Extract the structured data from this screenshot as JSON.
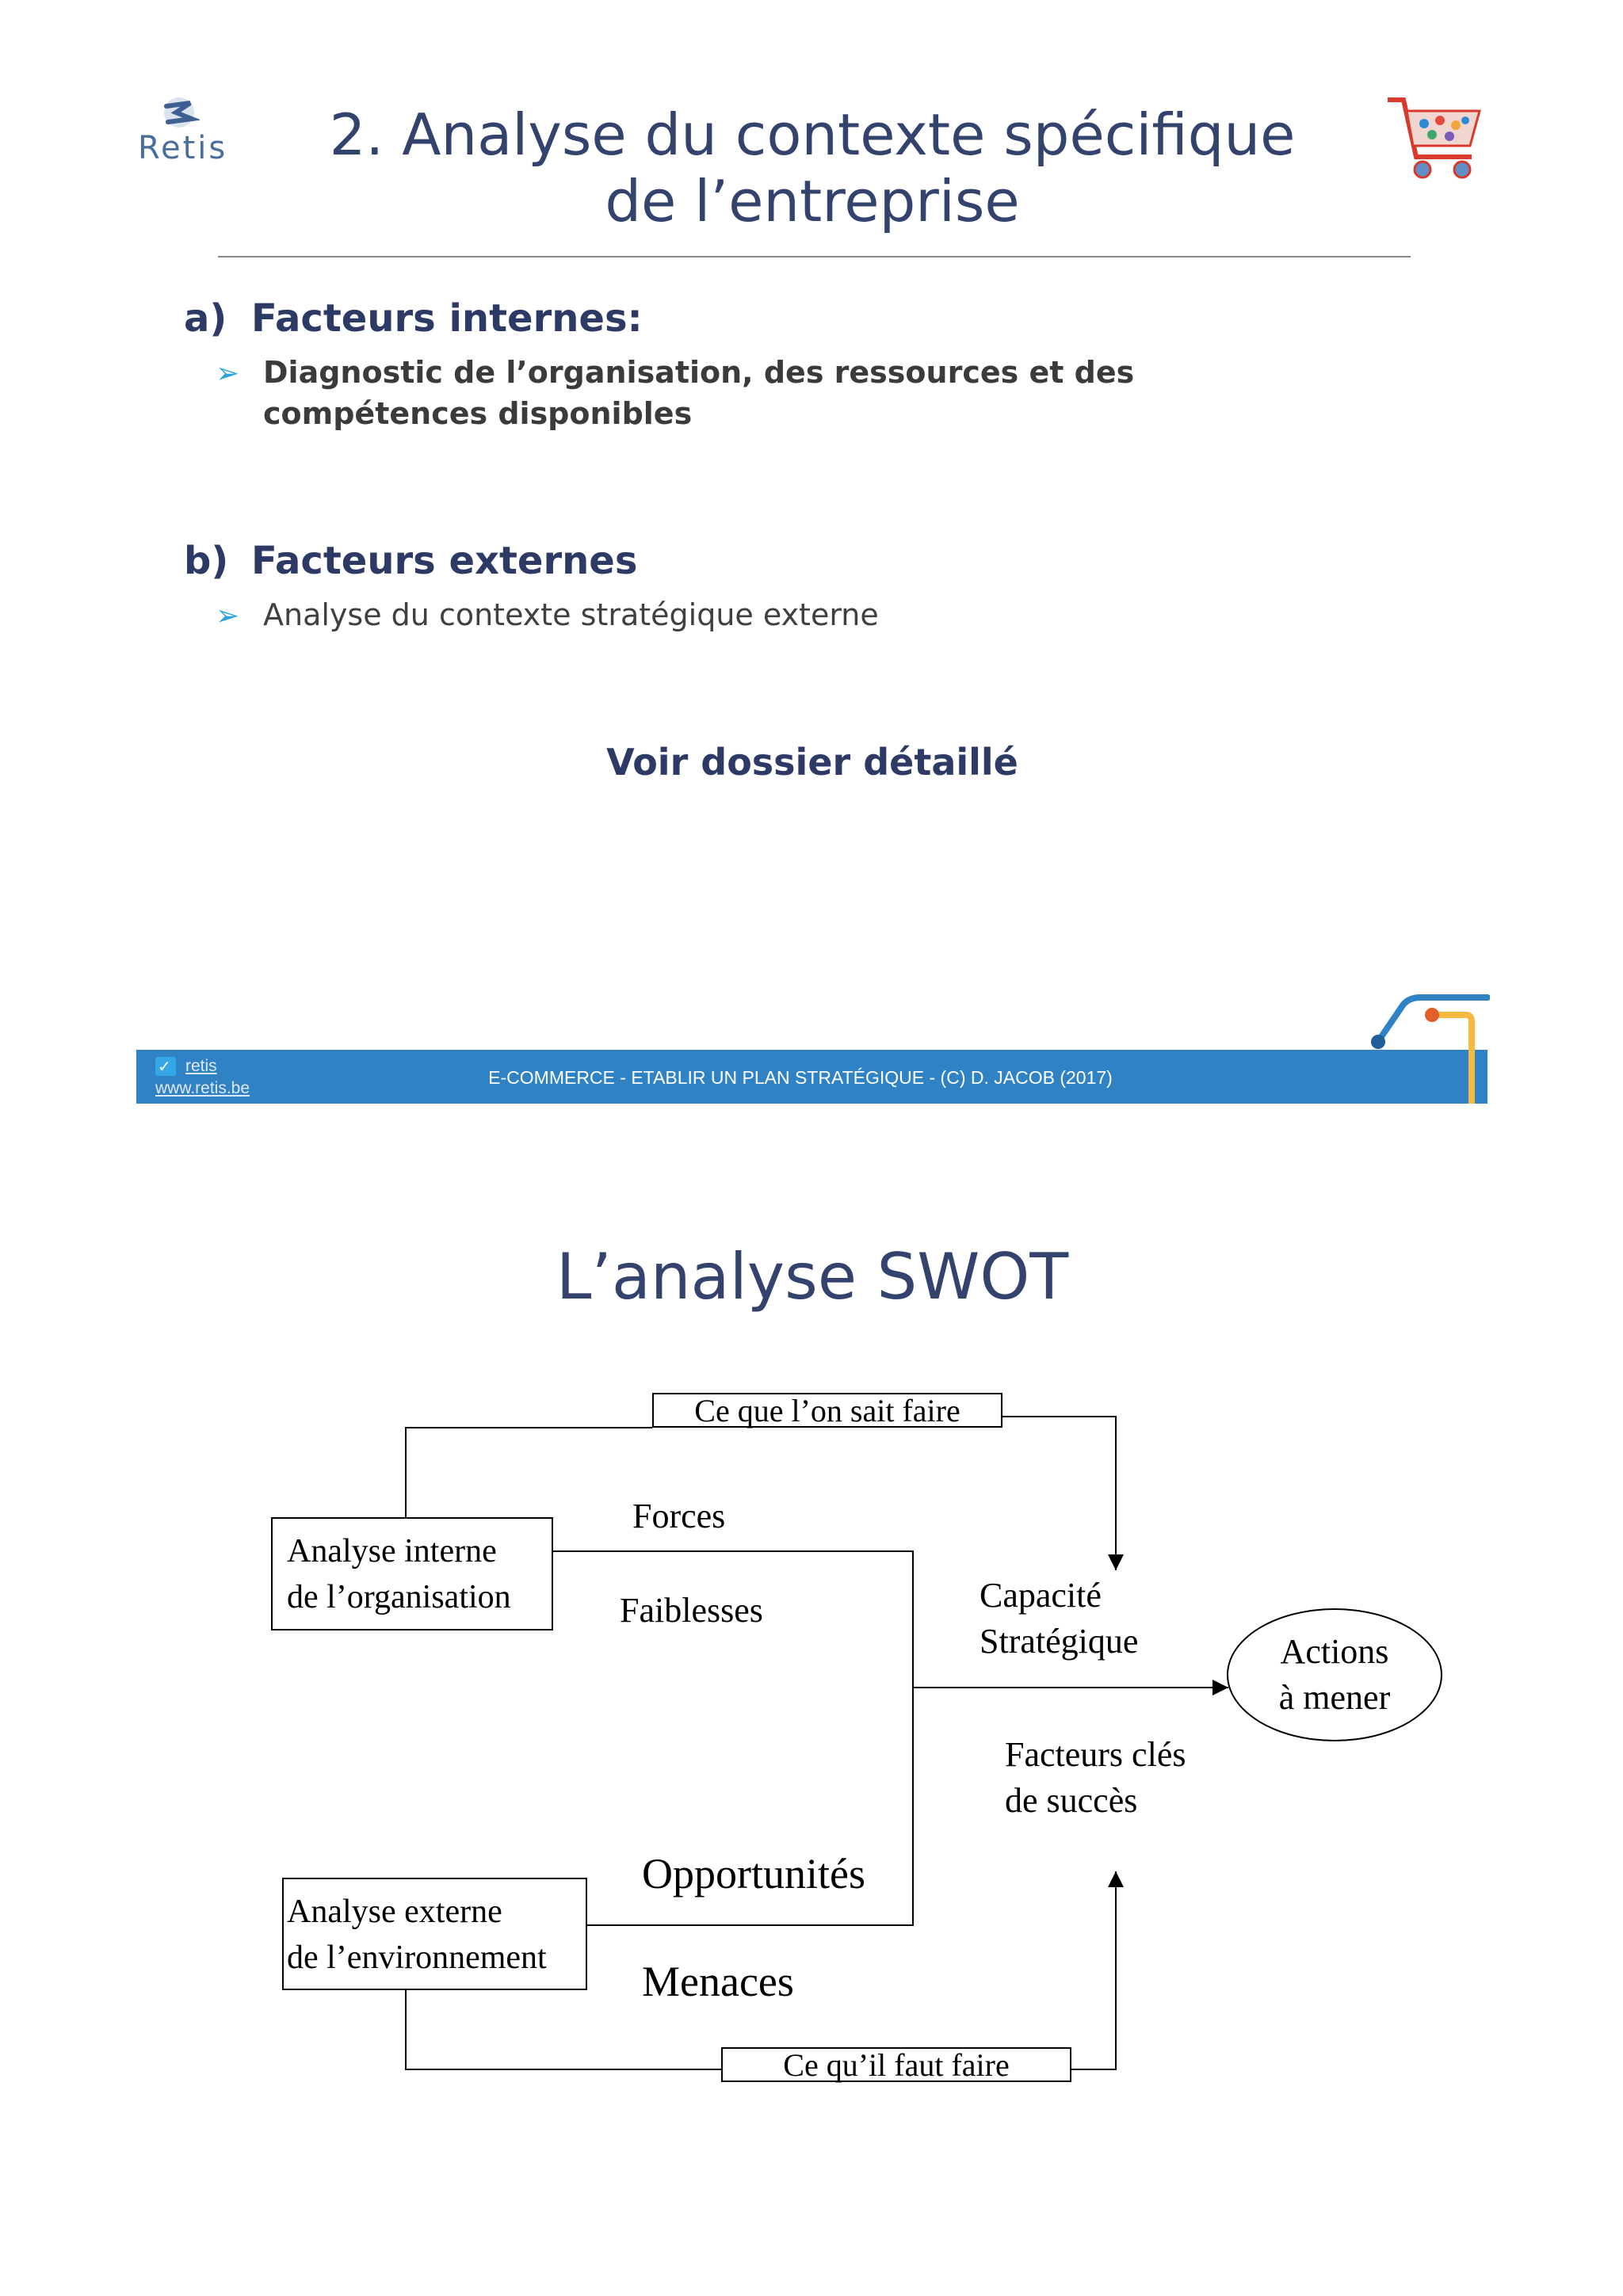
{
  "slide1": {
    "logo_text": "Retis",
    "title_line1": "2. Analyse du contexte spécifique",
    "title_line2": "de l’entreprise",
    "section_a": {
      "letter": "a)",
      "heading": "Facteurs internes:",
      "bullet": "Diagnostic de l’organisation, des ressources et des compétences disponibles"
    },
    "section_b": {
      "letter": "b)",
      "heading": "Facteurs externes",
      "bullet": "Analyse du contexte stratégique externe"
    },
    "link_text": "Voir dossier détaillé",
    "footer": {
      "twitter_handle": "retis",
      "website": "www.retis.be",
      "center_text": "E-COMMERCE - ETABLIR UN PLAN STRATÉGIQUE  - (C) D. JACOB (2017)"
    }
  },
  "slide2": {
    "title": "L’analyse SWOT",
    "box_top": "Ce que l’on sait faire",
    "box_interne_line1": "Analyse interne",
    "box_interne_line2": "de l’organisation",
    "forces": "Forces",
    "faiblesses": "Faiblesses",
    "capacite_line1": "Capacité",
    "capacite_line2": "Stratégique",
    "actions_line1": "Actions",
    "actions_line2": "à mener",
    "facteurs_line1": "Facteurs clés",
    "facteurs_line2": "de succès",
    "opportunites": "Opportunités",
    "menaces": "Menaces",
    "box_externe_line1": "Analyse externe",
    "box_externe_line2": "de l’environnement",
    "box_bottom": "Ce qu’il faut faire"
  },
  "colors": {
    "title": "#33436e",
    "heading": "#2e3a66",
    "bullet_arrow": "#2ba3d8",
    "footer_bar": "#2f83c5"
  },
  "icons": [
    "retis-logo-icon",
    "shopping-cart-icon",
    "twitter-icon",
    "pipe-decoration-icon"
  ]
}
